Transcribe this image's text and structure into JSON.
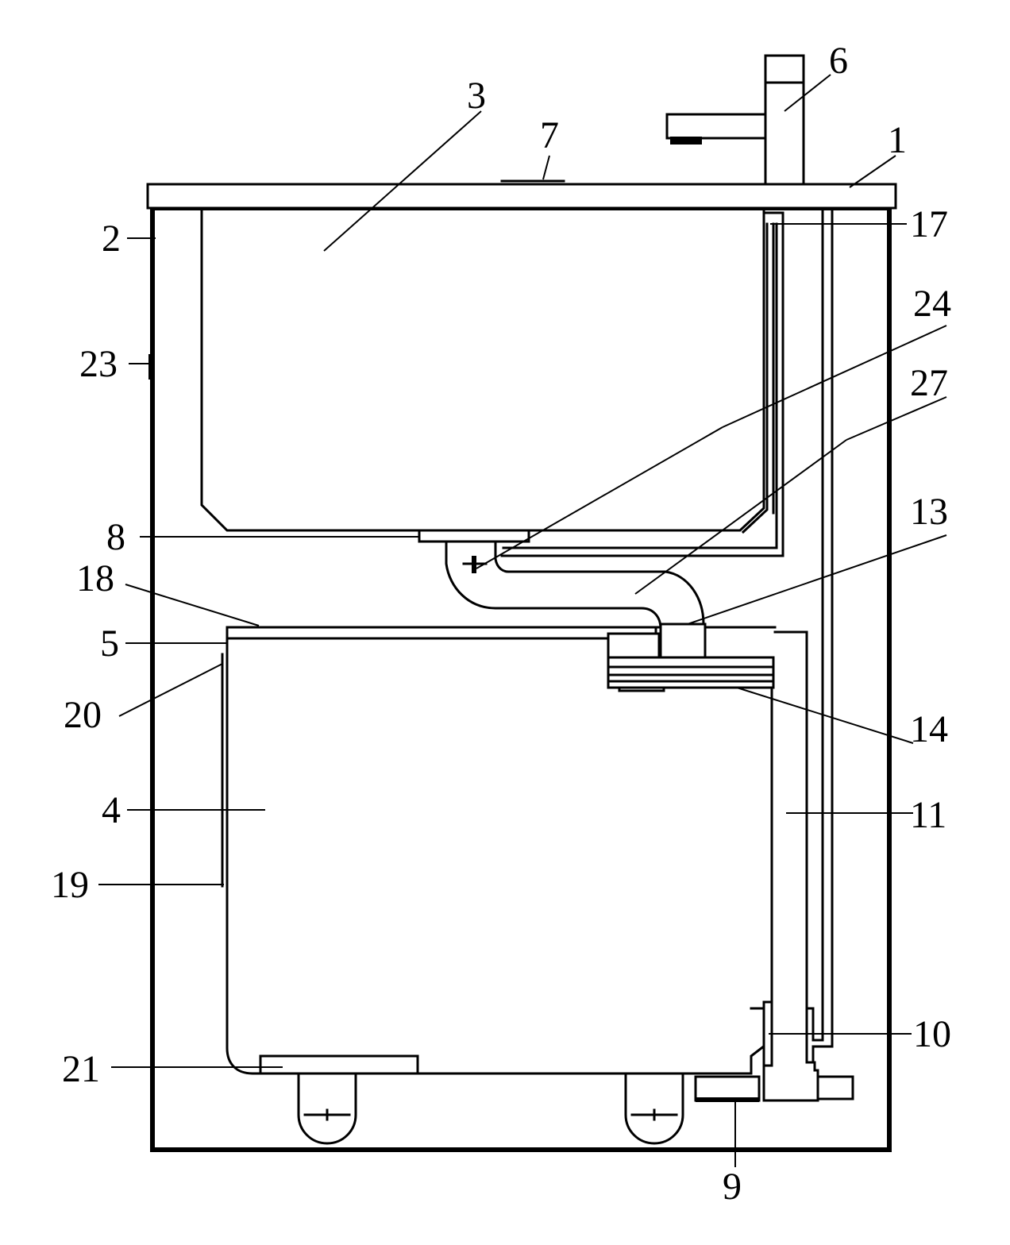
{
  "labels": {
    "l1": "1",
    "l2": "2",
    "l3": "3",
    "l4": "4",
    "l5": "5",
    "l6": "6",
    "l7": "7",
    "l8": "8",
    "l9": "9",
    "l10": "10",
    "l11": "11",
    "l13": "13",
    "l14": "14",
    "l17": "17",
    "l18": "18",
    "l19": "19",
    "l20": "20",
    "l21": "21",
    "l23": "23",
    "l24": "24",
    "l27": "27"
  },
  "colors": {
    "line": "#000000",
    "background": "#ffffff"
  }
}
